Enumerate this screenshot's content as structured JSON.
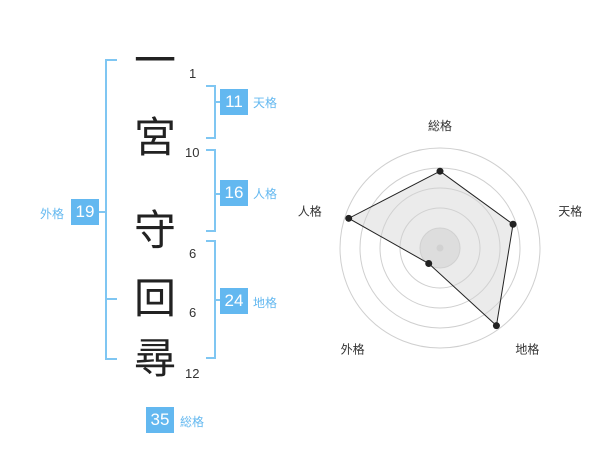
{
  "name": {
    "characters": [
      {
        "char": "一",
        "strokes": "1"
      },
      {
        "char": "宮",
        "strokes": "10"
      },
      {
        "char": "守",
        "strokes": "6"
      },
      {
        "char": "回",
        "strokes": "6"
      },
      {
        "char": "尋",
        "strokes": "12"
      }
    ]
  },
  "fortunes": {
    "tenkaku": {
      "value": "11",
      "label": "天格"
    },
    "jinkaku": {
      "value": "16",
      "label": "人格"
    },
    "chikaku": {
      "value": "24",
      "label": "地格"
    },
    "gaikaku": {
      "value": "19",
      "label": "外格"
    },
    "soukaku": {
      "value": "35",
      "label": "総格"
    }
  },
  "colors": {
    "accent": "#63b8f0",
    "bracket": "#7fc6f2"
  },
  "chart_data": {
    "type": "radar",
    "axes": [
      "総格",
      "天格",
      "地格",
      "外格",
      "人格"
    ],
    "values": [
      4,
      4,
      5,
      1,
      5
    ],
    "max": 5,
    "grid": true
  }
}
